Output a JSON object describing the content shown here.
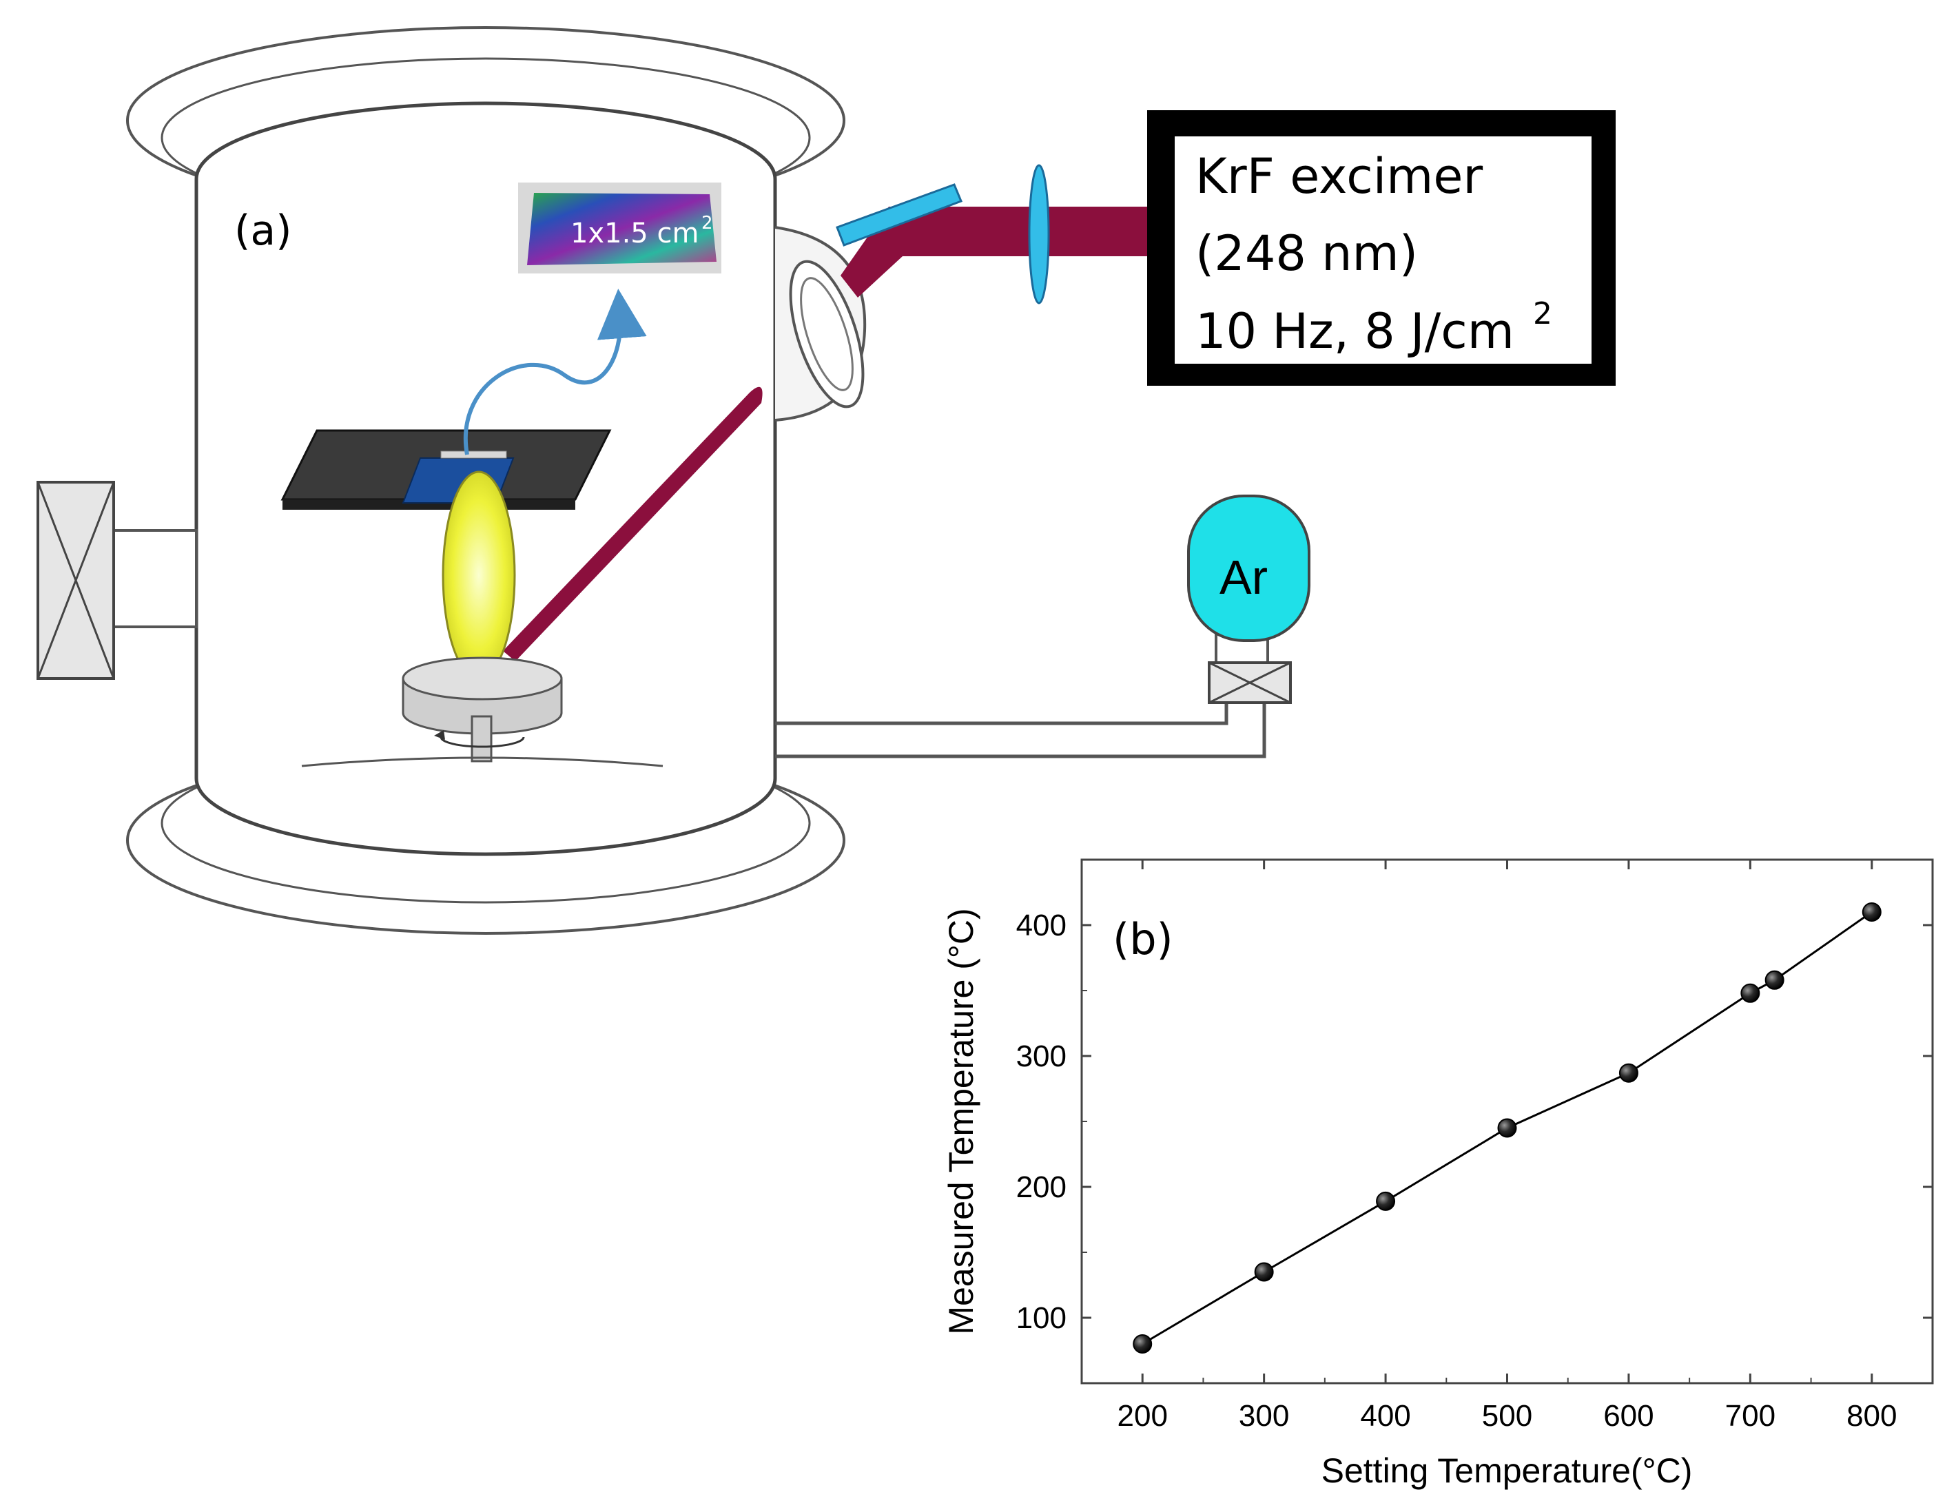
{
  "panel_a": {
    "label": "(a)",
    "sample_inset_label": "1x1.5 cm",
    "sample_inset_sup": "2",
    "laser_box": {
      "line1": "KrF excimer",
      "line2": "(248 nm)",
      "line3": "10 Hz, 8 J/cm",
      "line3_sup": "2"
    },
    "gas_label": "Ar",
    "colors": {
      "laser_beam": "#8b0f3d",
      "mirror": "#33bde8",
      "gas_cylinder": "#1fe0e8",
      "plume": "#eef23a",
      "substrate": "#1b4f9e",
      "arrow": "#4a90c8"
    }
  },
  "panel_b": {
    "label": "(b)"
  },
  "chart_data": {
    "type": "line",
    "title": "",
    "xlabel": "Setting Temperature(°C)",
    "ylabel": "Measured Temperature (°C)",
    "xlim": [
      150,
      850
    ],
    "ylim": [
      50,
      450
    ],
    "xticks": [
      200,
      300,
      400,
      500,
      600,
      700,
      800
    ],
    "yticks": [
      100,
      200,
      300,
      400
    ],
    "grid": false,
    "legend": "none",
    "series": [
      {
        "x": [
          200,
          300,
          400,
          500,
          600,
          700,
          720,
          800
        ],
        "y": [
          80,
          135,
          189,
          245,
          287,
          348,
          358,
          410
        ],
        "marker": "filled-circle",
        "color": "#000000"
      }
    ]
  }
}
